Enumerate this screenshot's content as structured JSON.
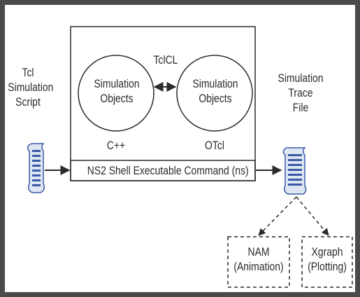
{
  "diagram": {
    "left_label": [
      "Tcl",
      "Simulation",
      "Script"
    ],
    "right_label": [
      "Simulation",
      "Trace",
      "File"
    ],
    "link_label": "TclCL",
    "left_object": [
      "Simulation",
      "Objects"
    ],
    "right_object": [
      "Simulation",
      "Objects"
    ],
    "left_language": "C++",
    "right_language": "OTcl",
    "command_label": "NS2 Shell Executable Command (ns)",
    "nam_box": [
      "NAM",
      "(Animation)"
    ],
    "xgraph_box": [
      "Xgraph",
      "(Plotting)"
    ]
  },
  "colors": {
    "frame": "#4a4a4a",
    "line": "#2b2b2b",
    "scroll_fill": "#dde6f2",
    "scroll_stripe": "#3a5aa6"
  },
  "icons": [
    "script-scroll-icon",
    "trace-scroll-icon"
  ]
}
